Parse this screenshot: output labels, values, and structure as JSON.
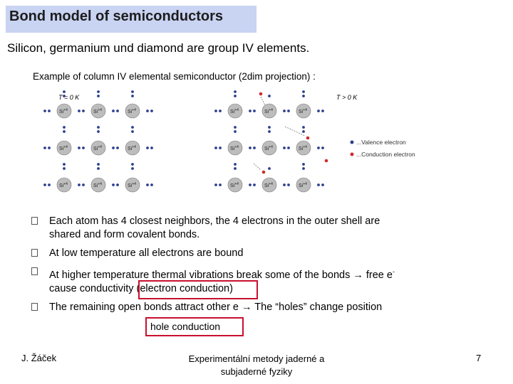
{
  "title": "Bond model of semiconductors",
  "subtitle": "Silicon, germanium und diamond are group IV elements.",
  "figure": {
    "caption": "Example of column IV elemental semiconductor (2dim projection) :",
    "left_temp_label": "T = 0 K",
    "right_temp_label": "T > 0 K",
    "atom_label": "Si",
    "atom_charge": "+4",
    "legend": {
      "valence": "...Valence electron",
      "conduction": "...Conduction electron"
    },
    "colors": {
      "valence": "#2b3f8f",
      "conduction": "#d02b2b",
      "atom": "#bdbdbd"
    }
  },
  "bullets": [
    {
      "lines": [
        "Each atom has 4 closest neighbors, the 4 electrons in the outer shell are",
        "shared and form covalent bonds."
      ]
    },
    {
      "lines": [
        "At low temperature all electrons are bound"
      ]
    },
    {
      "lines": [
        "At higher temperature thermal vibrations break some of the bonds → free e",
        "cause conductivity (electron conduction)"
      ],
      "sup": "-"
    },
    {
      "lines": [
        "The remaining open bonds attract other e → The “holes” change position"
      ]
    }
  ],
  "hole_label": "hole conduction",
  "footer": {
    "author": "J. Žáček",
    "course": "Experimentální metody jaderné a subjaderné fyziky",
    "page": "7"
  }
}
